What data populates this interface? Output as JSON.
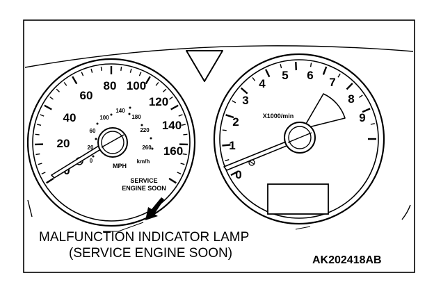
{
  "speedometer": {
    "mph_labels": [
      "0",
      "20",
      "40",
      "60",
      "80",
      "100",
      "120",
      "140",
      "160"
    ],
    "kmh_labels": [
      "0",
      "20",
      "60",
      "100",
      "140",
      "180",
      "220",
      "260"
    ],
    "unit_mph": "MPH",
    "unit_kmh": "km/h",
    "warning_line1": "SERVICE",
    "warning_line2": "ENGINE SOON"
  },
  "tachometer": {
    "labels": [
      "0",
      "1",
      "2",
      "3",
      "4",
      "5",
      "6",
      "7",
      "8",
      "9"
    ],
    "unit": "X1000/min"
  },
  "callout": {
    "line1": "MALFUNCTION INDICATOR LAMP",
    "line2": "(SERVICE ENGINE SOON)"
  },
  "figure_code": "AK202418AB",
  "colors": {
    "ink": "#000000",
    "paper": "#ffffff"
  }
}
